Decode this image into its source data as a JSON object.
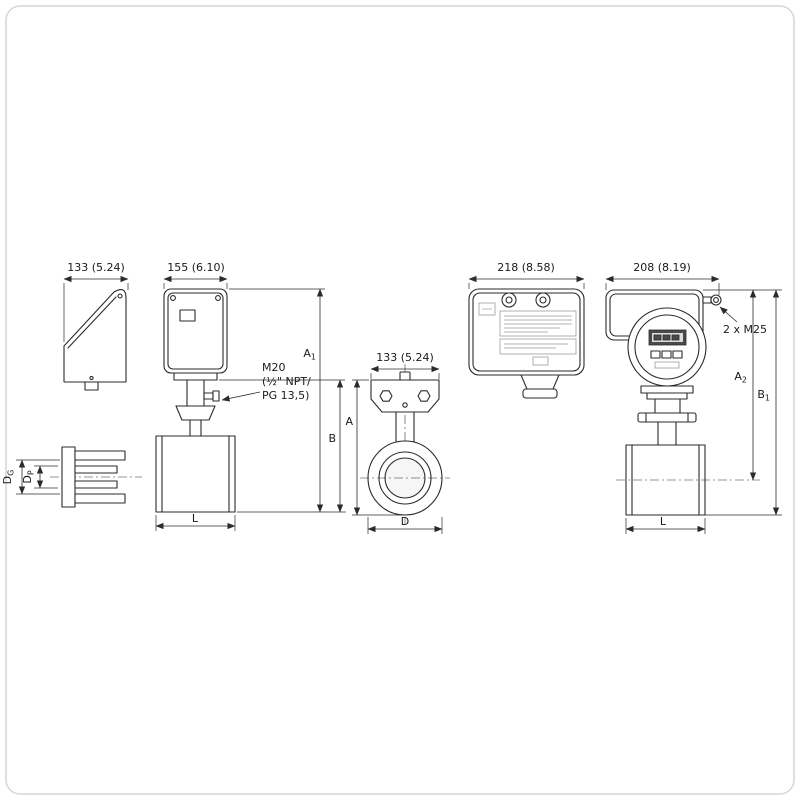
{
  "drawing": {
    "line_color": "#2b2b2b",
    "side": {
      "width": "133 (5.24)"
    },
    "front": {
      "width": "155 (6.10)",
      "gland": [
        "M20",
        "(½\" NPT/",
        "PG 13,5)"
      ],
      "a1": {
        "main": "A",
        "sub": "1"
      },
      "b": "B",
      "l": "L"
    },
    "flange": {
      "dg": {
        "main": "D",
        "sub": "G"
      },
      "dp": {
        "main": "D",
        "sub": "P"
      }
    },
    "face": {
      "width": "133 (5.24)",
      "a": "A",
      "d": "D"
    },
    "jbox": {
      "width": "218 (8.58)"
    },
    "disp": {
      "width": "208 (8.19)",
      "gland": "2 x M25",
      "a2": {
        "main": "A",
        "sub": "2"
      },
      "b1": {
        "main": "B",
        "sub": "1"
      },
      "l": "L"
    }
  }
}
